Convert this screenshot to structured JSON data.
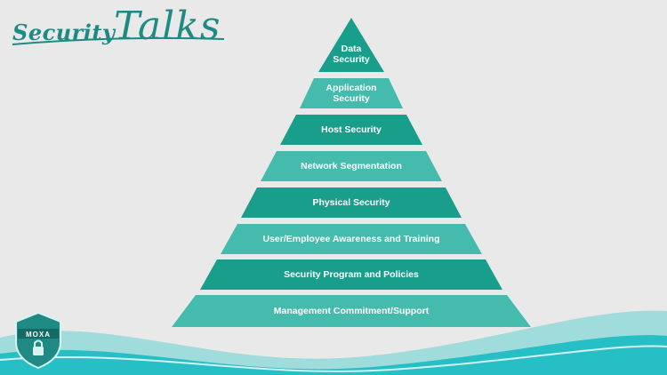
{
  "logo": {
    "word1": "Security",
    "word2": "Talks"
  },
  "pyramid": {
    "colors": {
      "dark": "#1a9e8c",
      "light": "#45bbad"
    },
    "layers": [
      {
        "label": "Data Security",
        "tone": "dark"
      },
      {
        "label": "Application Security",
        "tone": "light"
      },
      {
        "label": "Host Security",
        "tone": "dark"
      },
      {
        "label": "Network Segmentation",
        "tone": "light"
      },
      {
        "label": "Physical Security",
        "tone": "dark"
      },
      {
        "label": "User/Employee Awareness and Training",
        "tone": "light"
      },
      {
        "label": "Security Program and Policies",
        "tone": "dark"
      },
      {
        "label": "Management Commitment/Support",
        "tone": "light"
      }
    ]
  },
  "badge": {
    "brand": "MOXA",
    "icon": "padlock-shield-icon"
  }
}
